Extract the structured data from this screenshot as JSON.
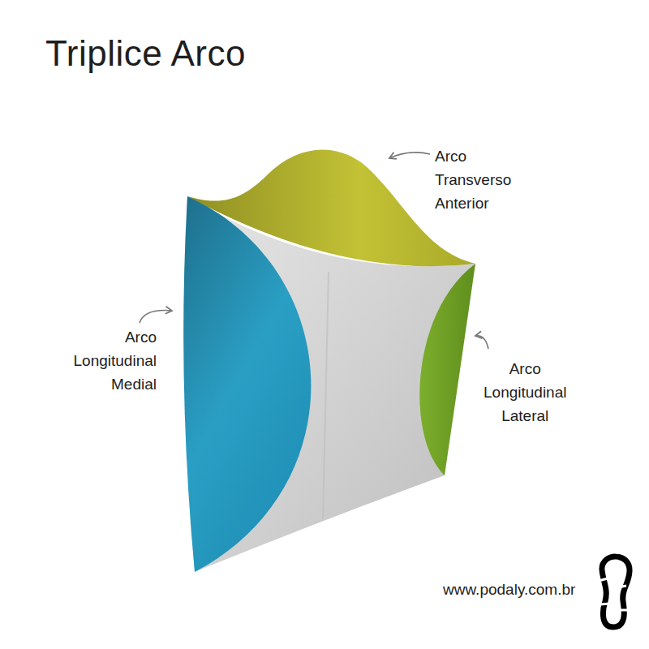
{
  "diagram": {
    "title": "Triplice Arco",
    "labels": [
      "Arco Transverso Anterior",
      "Arco Longitudinal Medial",
      "Arco Longitudinal Lateral",
      "www.podaly.com.br"
    ]
  }
}
